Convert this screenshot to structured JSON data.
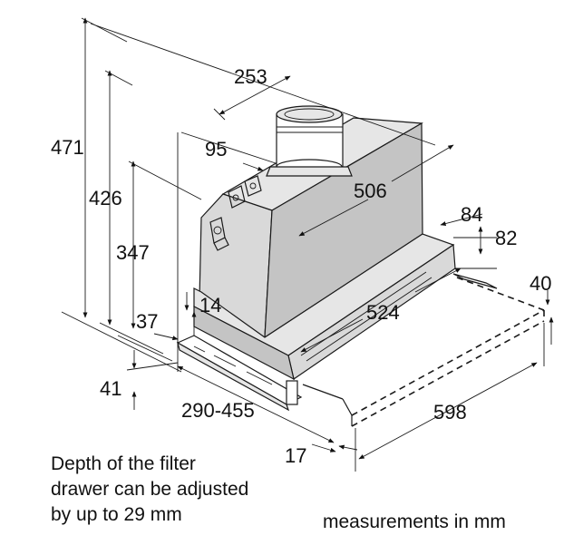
{
  "dimensions": {
    "d471": "471",
    "d426": "426",
    "d347": "347",
    "d253": "253",
    "d95": "95",
    "d506": "506",
    "d84": "84",
    "d82": "82",
    "d40": "40",
    "d524": "524",
    "d14": "14",
    "d37": "37",
    "d41": "41",
    "d290_455": "290-455",
    "d598": "598",
    "d17": "17"
  },
  "notes": {
    "filter_line1": "Depth of the filter",
    "filter_line2": "drawer can be adjusted",
    "filter_line3": "by up to 29 mm",
    "units": "measurements in mm"
  }
}
